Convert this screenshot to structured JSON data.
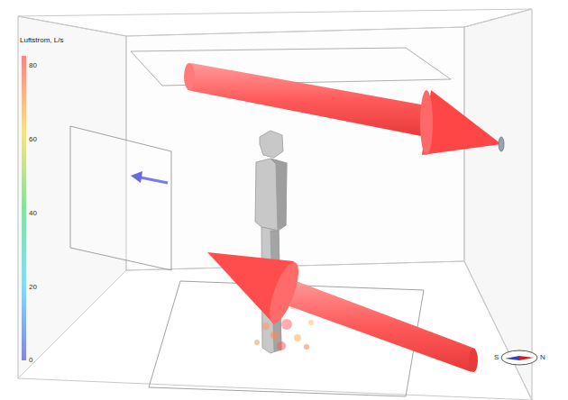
{
  "diagram": {
    "labels": [
      "Luftstrom, L/s",
      "80",
      "60",
      "40",
      "20",
      "0",
      "S",
      "N"
    ]
  }
}
